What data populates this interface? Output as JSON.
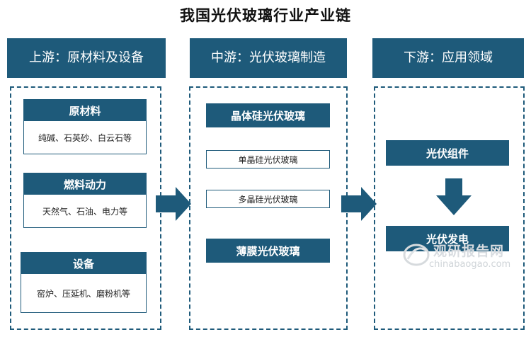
{
  "title": "我国光伏玻璃行业产业链",
  "upstream": {
    "header": "上游：原材料及设备",
    "categories": [
      {
        "name": "原材料",
        "items": "纯碱、石英砂、白云石等"
      },
      {
        "name": "燃料动力",
        "items": "天然气、石油、电力等"
      },
      {
        "name": "设备",
        "items": "窑炉、压延机、磨粉机等"
      }
    ]
  },
  "midstream": {
    "header": "中游：光伏玻璃制造",
    "crystalline": "晶体硅光伏玻璃",
    "mono": "单晶硅光伏玻璃",
    "poly": "多晶硅光伏玻璃",
    "thin_film": "薄膜光伏玻璃"
  },
  "downstream": {
    "header": "下游：应用领域",
    "module": "光伏组件",
    "generation": "光伏发电"
  },
  "watermark": {
    "text": "观研报告网",
    "url": "chinabaogao.com"
  },
  "colors": {
    "primary": "#1e5a7a"
  }
}
